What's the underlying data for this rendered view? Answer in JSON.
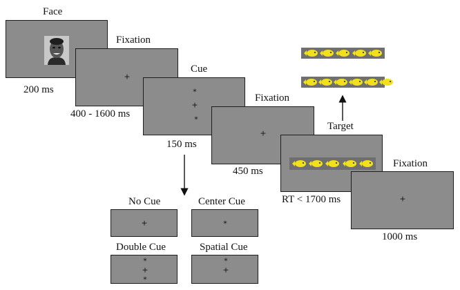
{
  "steps": {
    "face": {
      "title": "Face",
      "duration": "200 ms"
    },
    "fixation1": {
      "title": "Fixation",
      "duration": "400 - 1600 ms",
      "symbol": "+"
    },
    "cue": {
      "title": "Cue",
      "duration": "150 ms",
      "symbols": [
        "*",
        "+",
        "*"
      ]
    },
    "fixation2": {
      "title": "Fixation",
      "duration": "450 ms",
      "symbol": "+"
    },
    "target": {
      "title": "Target",
      "duration": "RT < 1700 ms"
    },
    "fixation3": {
      "title": "Fixation",
      "duration": "1000 ms",
      "symbol": "+"
    }
  },
  "cue_types": {
    "no_cue": {
      "title": "No Cue",
      "symbol": "+"
    },
    "center_cue": {
      "title": "Center Cue",
      "symbol": "*"
    },
    "double_cue": {
      "title": "Double Cue",
      "symbols": [
        "*",
        "+",
        "*"
      ]
    },
    "spatial_cue": {
      "title": "Spatial Cue",
      "symbols": [
        "*",
        "+"
      ]
    }
  },
  "colors": {
    "screen": "#8c8c8c",
    "fish": "#f2e11a",
    "strip": "#6f6f6f"
  },
  "icons": {
    "face": "face-photo",
    "fish": "fish-icon"
  }
}
